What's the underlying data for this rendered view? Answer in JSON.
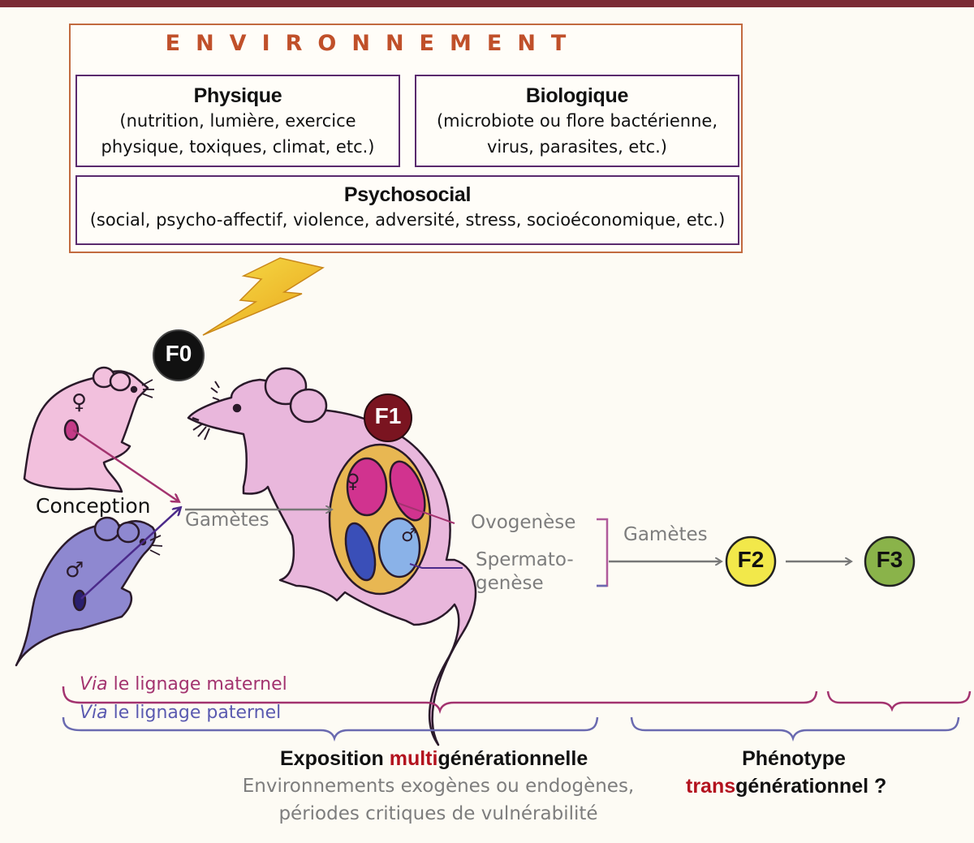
{
  "environment": {
    "title": "ENVIRONNEMENT",
    "physique": {
      "heading": "Physique",
      "line1": "(nutrition, lumière, exercice",
      "line2": "physique, toxiques, climat, etc.)"
    },
    "biologique": {
      "heading": "Biologique",
      "line1": "(microbiote ou flore bactérienne,",
      "line2": "virus, parasites, etc.)"
    },
    "psychosocial": {
      "heading": "Psychosocial",
      "line1": "(social, psycho-affectif, violence, adversité, stress, socioéconomique, etc.)"
    }
  },
  "generations": {
    "f0": "F0",
    "f1": "F1",
    "f2": "F2",
    "f3": "F3"
  },
  "symbols": {
    "female": "♀",
    "male": "♂"
  },
  "labels": {
    "conception": "Conception",
    "gametes_1": "Gamètes",
    "gametes_2": "Gamètes",
    "ovogenese": "Ovogenèse",
    "spermato_line1": "Spermato-",
    "spermato_line2": "genèse"
  },
  "lineage": {
    "via": "Via",
    "maternal": " le lignage maternel",
    "paternal": " le lignage paternel"
  },
  "exposition": {
    "heading_start": "Exposition ",
    "heading_red": "multi",
    "heading_end": "générationnelle",
    "line1": "Environnements exogènes ou endogènes,",
    "line2": "périodes critiques de vulnérabilité"
  },
  "phenotype": {
    "line1": "Phénotype",
    "line2_red": "trans",
    "line2_end": "générationnel ?"
  },
  "colors": {
    "environment_border": "#c26a3f",
    "subbox_border": "#5a2a6e",
    "female_mouse": "#f2c0dd",
    "male_mouse": "#8e88d0",
    "f1_mouse": "#e9b7dc",
    "maternal": "#a3336f",
    "paternal": "#4b2a8a",
    "f0_circle": "#111111",
    "f1_circle": "#7a1420",
    "f2_circle": "#f2e84a",
    "f3_circle": "#8ab34a",
    "accent_red": "#b3121e"
  }
}
